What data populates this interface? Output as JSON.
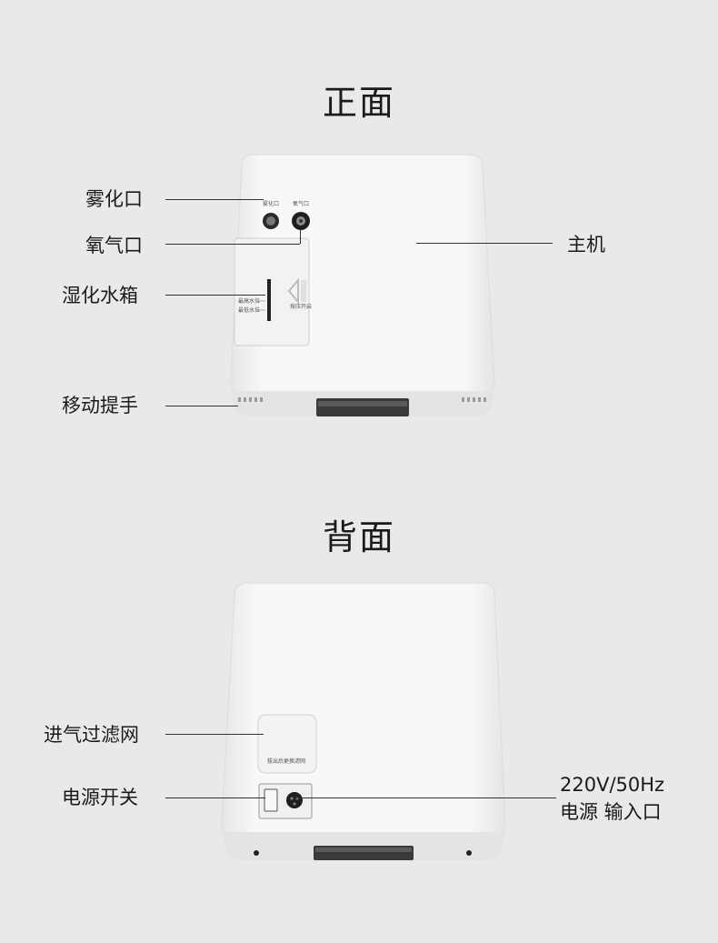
{
  "front": {
    "title": "正面",
    "labels": {
      "mist_port": "雾化口",
      "oxygen_port": "氧气口",
      "humidifier_tank": "湿化水箱",
      "handle": "移动提手",
      "main_unit": "主机"
    },
    "device_text": {
      "mist_port_small": "雾化口",
      "oxygen_port_small": "氧气口",
      "max_water": "最高水位",
      "min_water": "最低水位",
      "press_open": "按压开启"
    }
  },
  "back": {
    "title": "背面",
    "labels": {
      "intake_filter": "进气过滤网",
      "power_switch": "电源开关",
      "power_spec": "220V/50Hz",
      "power_input": "电源 输入口"
    },
    "device_text": {
      "filter_hint": "拔出后更换滤网"
    }
  },
  "colors": {
    "background": "#e9e9e9",
    "device_body": "#f7f7f7",
    "line": "#333333"
  }
}
